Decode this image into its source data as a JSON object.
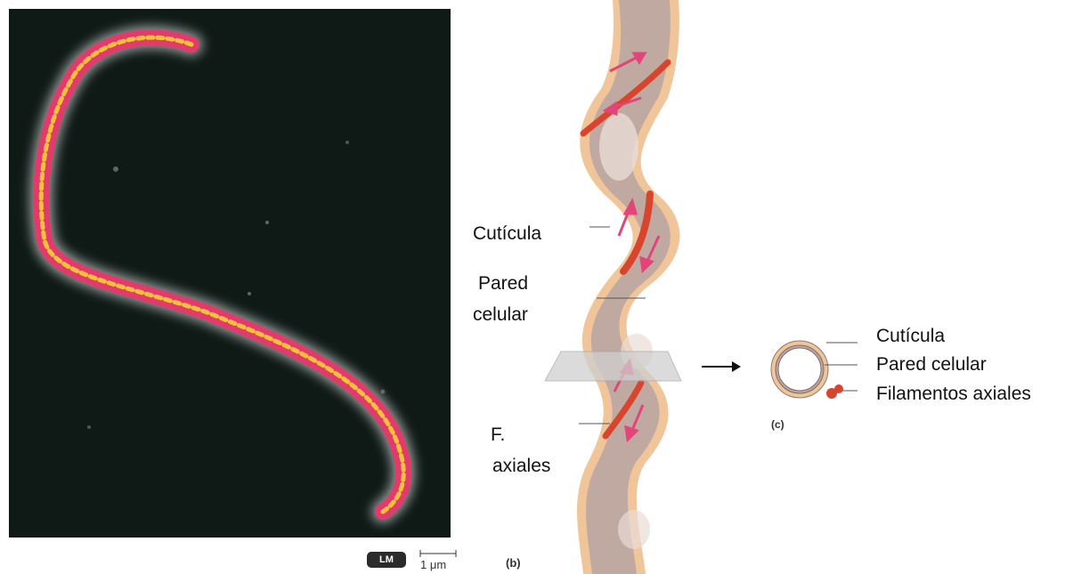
{
  "labels": {
    "cuticula_left": "Cutícula",
    "pared_left_line1": "Pared",
    "pared_left_line2": "celular",
    "faxiales_line1": "F.",
    "faxiales_line2": "axiales",
    "cuticula_right": "Cutícula",
    "pared_right": "Pared celular",
    "filamentos_right": "Filamentos axiales"
  },
  "micrograph": {
    "badge": "LM",
    "scale_bar": "1 μm",
    "panel_label": "(b)"
  },
  "cross_section": {
    "panel_label": "(c)"
  },
  "colors": {
    "micrograph_bg": "#0f1a17",
    "spirochete_outer": "#e23a6a",
    "spirochete_inner": "#f0c23a",
    "cell_body": "#bfa9a0",
    "cuticle": "#f1c59a",
    "axial_filament": "#d8452e",
    "arrow_pink": "#e2457a",
    "plane": "#cfcfcf"
  }
}
